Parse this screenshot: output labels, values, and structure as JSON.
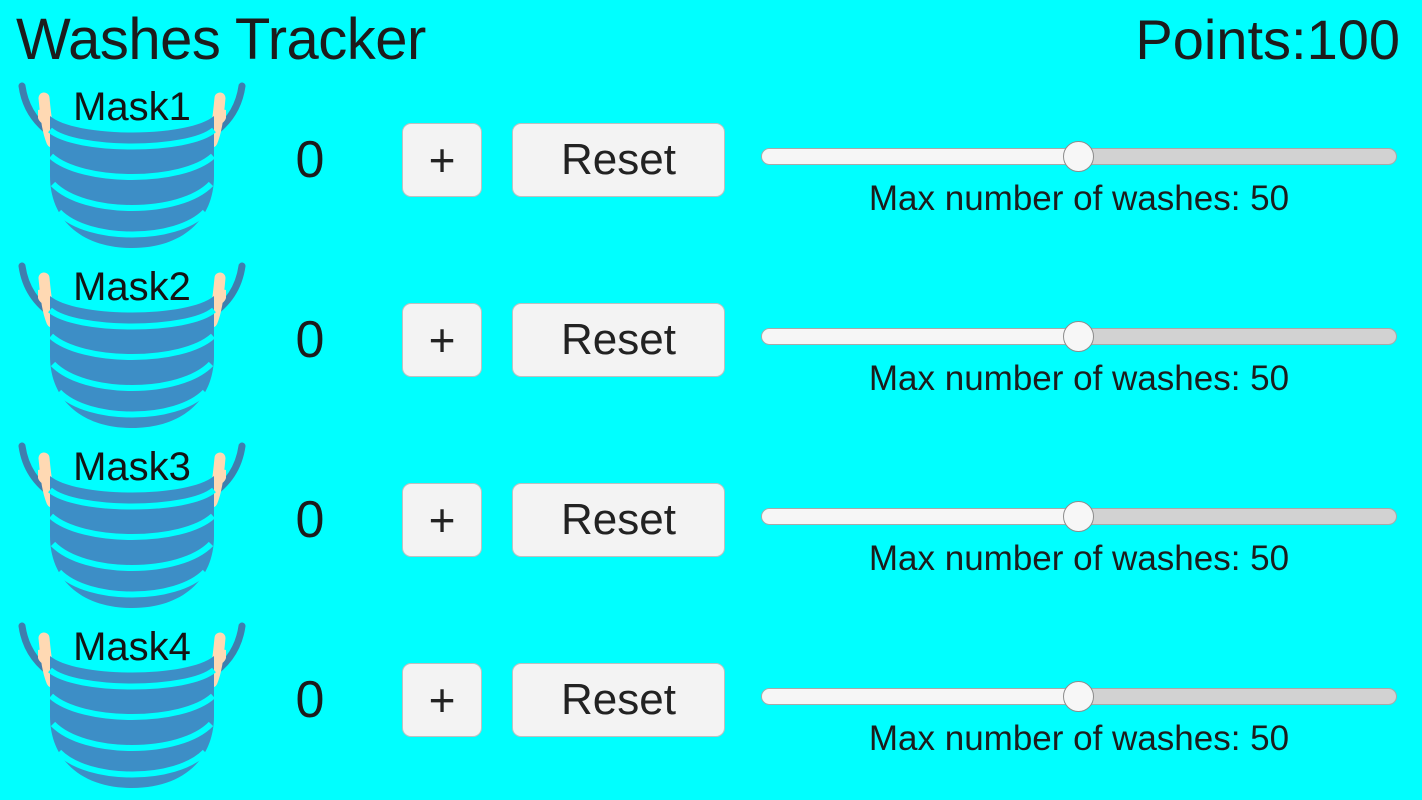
{
  "header": {
    "title": "Washes Tracker",
    "points_label": "Points:",
    "points_value": "100"
  },
  "colors": {
    "background": "#00ffff",
    "mask_body": "#3d8ec6",
    "mask_strap": "#3f7fae",
    "mask_ear": "#ffd9b3",
    "text": "#1c1c1c",
    "button_face": "#f3f3f3",
    "button_border": "#bfbfbf",
    "slider_track": "#d2d2d2",
    "slider_fill": "#f6f6f6",
    "slider_thumb": "#f7f7f7"
  },
  "controls": {
    "increment_label": "+",
    "reset_label": "Reset",
    "slider_min": 0,
    "slider_max": 100
  },
  "rows": [
    {
      "name": "Mask1",
      "icon": "face-mask-icon",
      "count": "0",
      "increment_label": "+",
      "reset_label": "Reset",
      "slider_value": 50,
      "slider_percent": 49.8,
      "max_washes_caption": "Max number of washes: 50"
    },
    {
      "name": "Mask2",
      "icon": "face-mask-icon",
      "count": "0",
      "increment_label": "+",
      "reset_label": "Reset",
      "slider_value": 50,
      "slider_percent": 49.8,
      "max_washes_caption": "Max number of washes: 50"
    },
    {
      "name": "Mask3",
      "icon": "face-mask-icon",
      "count": "0",
      "increment_label": "+",
      "reset_label": "Reset",
      "slider_value": 50,
      "slider_percent": 49.8,
      "max_washes_caption": "Max number of washes: 50"
    },
    {
      "name": "Mask4",
      "icon": "face-mask-icon",
      "count": "0",
      "increment_label": "+",
      "reset_label": "Reset",
      "slider_value": 50,
      "slider_percent": 49.8,
      "max_washes_caption": "Max number of washes: 50"
    }
  ]
}
